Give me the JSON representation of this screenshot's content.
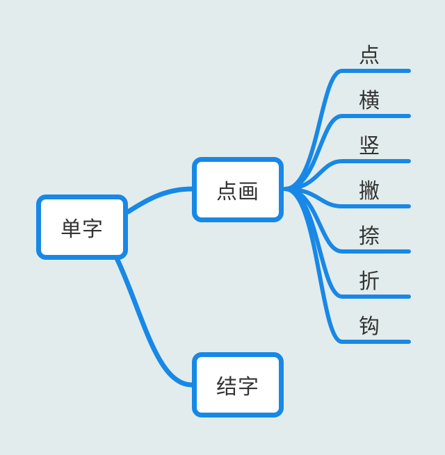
{
  "diagram": {
    "root_label": "单字",
    "branches": {
      "strokes_label": "点画",
      "structure_label": "结字"
    },
    "leaves": [
      "点",
      "横",
      "竖",
      "撇",
      "捺",
      "折",
      "钩"
    ]
  },
  "colors": {
    "background": "#e3ecec",
    "link": "#1888e6",
    "node_border": "#1888e6",
    "node_fill": "#ffffff",
    "text": "#333333"
  }
}
